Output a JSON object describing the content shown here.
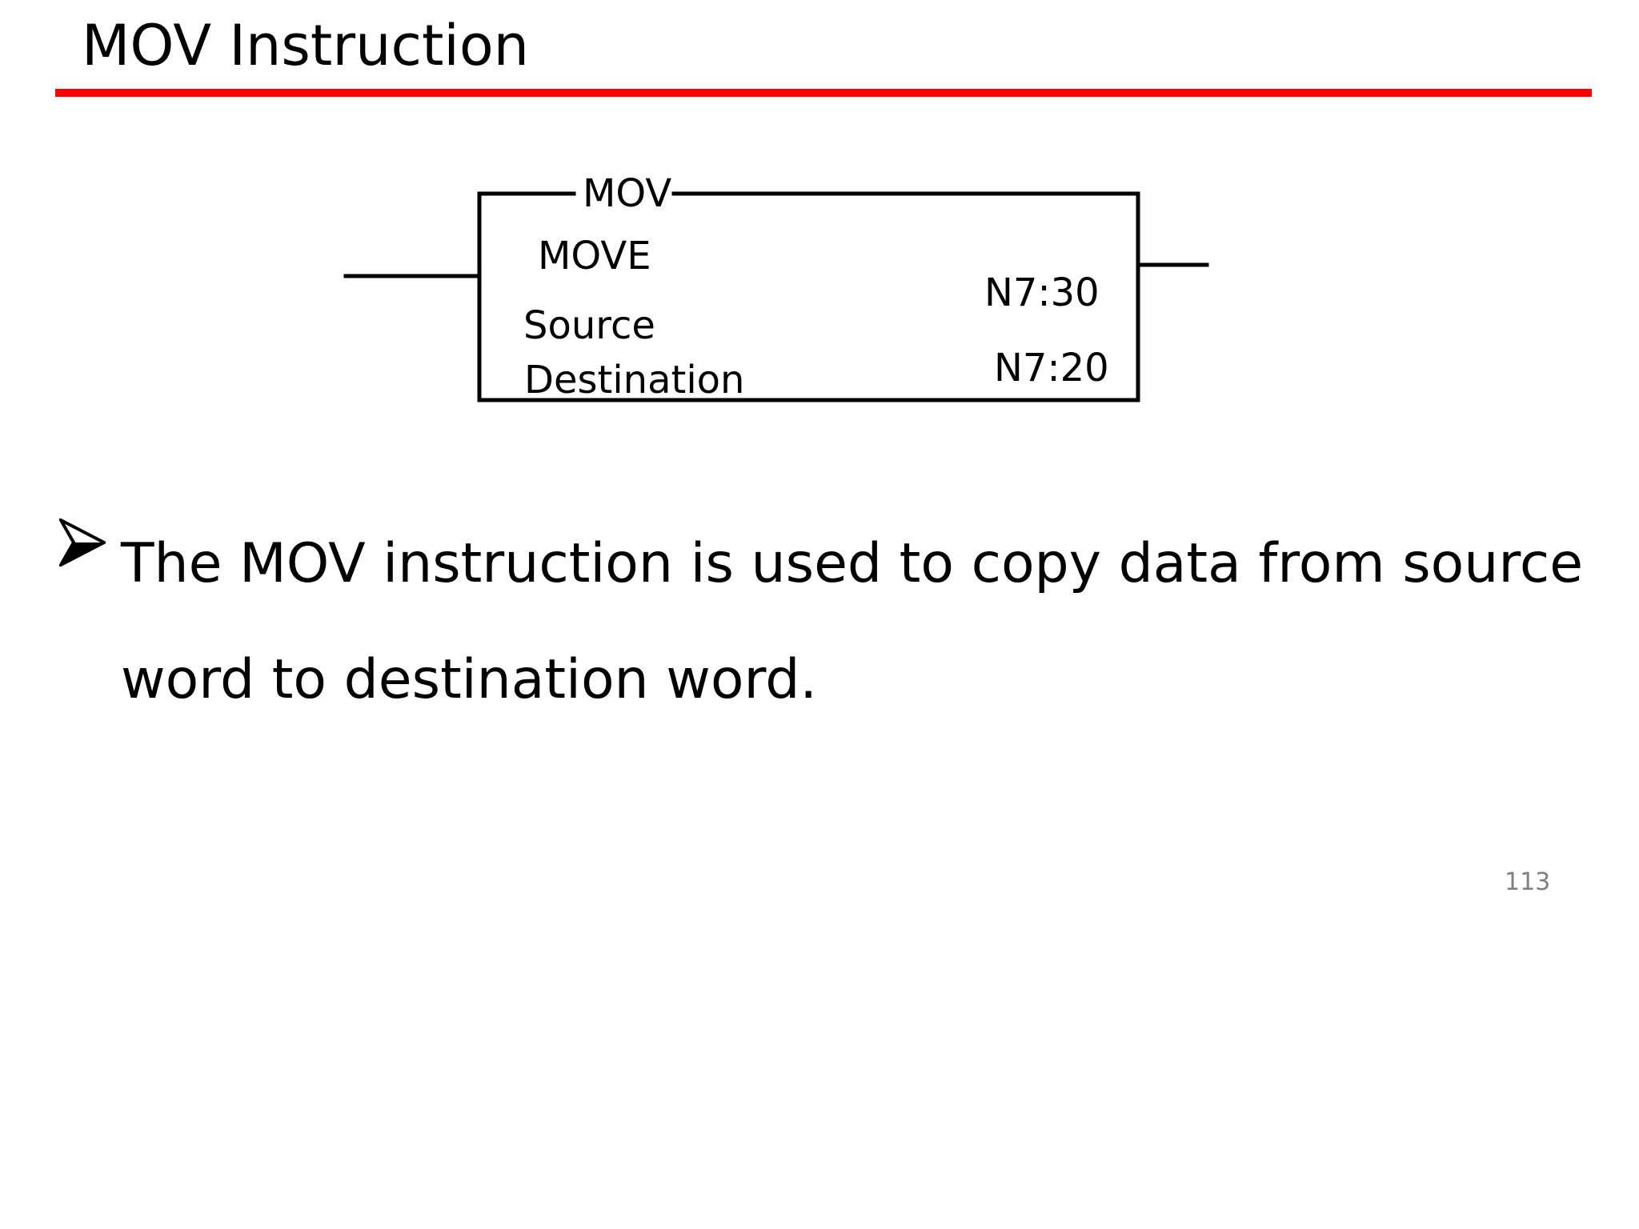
{
  "slide": {
    "title": "MOV Instruction",
    "accent_color": "#ff0000",
    "page_number": "113"
  },
  "diagram": {
    "header": "MOV",
    "name": "MOVE",
    "source_label": "Source",
    "destination_label": "Destination",
    "source_value": "N7:30",
    "destination_value": "N7:20"
  },
  "body": {
    "bullet_icon": "arrowhead-bullet-icon",
    "bullet_text": "The MOV instruction is used to copy data from source word to destination word."
  }
}
